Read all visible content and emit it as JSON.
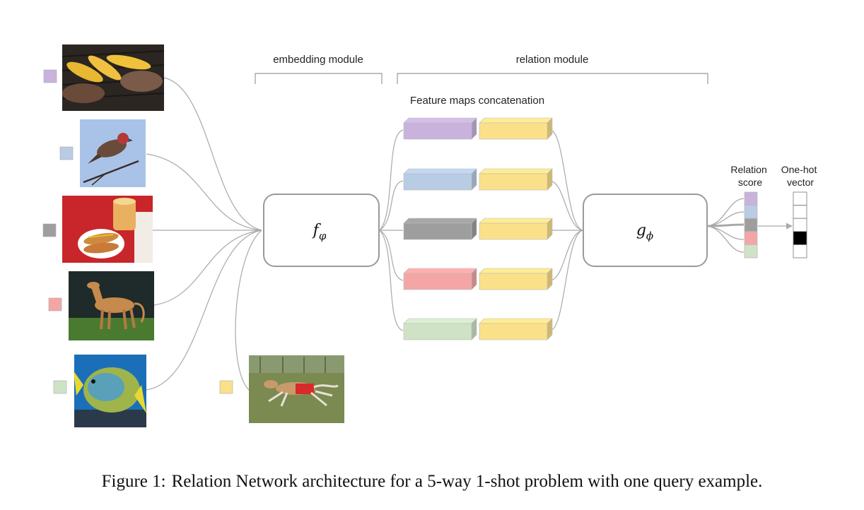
{
  "header": {
    "embedding_label": "embedding module",
    "relation_label": "relation module",
    "concat_label": "Feature maps concatenation"
  },
  "modules": {
    "embedding": {
      "symbol": "f",
      "subscript": "φ"
    },
    "relation": {
      "symbol": "g",
      "subscript": "ϕ"
    }
  },
  "output": {
    "score_label_line1": "Relation",
    "score_label_line2": "score",
    "onehot_label_line1": "One-hot",
    "onehot_label_line2": "vector",
    "onehot_active_index": 3
  },
  "classes": [
    {
      "name": "grilled-food",
      "color": "#c9b3dd"
    },
    {
      "name": "bird",
      "color": "#b8cce4"
    },
    {
      "name": "hotdog",
      "color": "#9e9e9e"
    },
    {
      "name": "dog",
      "color": "#f4a6a6"
    },
    {
      "name": "fish",
      "color": "#cfe2c6"
    }
  ],
  "query": {
    "name": "running-dog",
    "color": "#fbe08a"
  },
  "colors": {
    "line": "#a9a9a9",
    "module_border": "#9a9a9a",
    "onehot_active": "#000000"
  },
  "caption": {
    "figure_label": "Figure 1:",
    "text": "Relation Network architecture for a 5-way 1-shot problem with one query example."
  }
}
